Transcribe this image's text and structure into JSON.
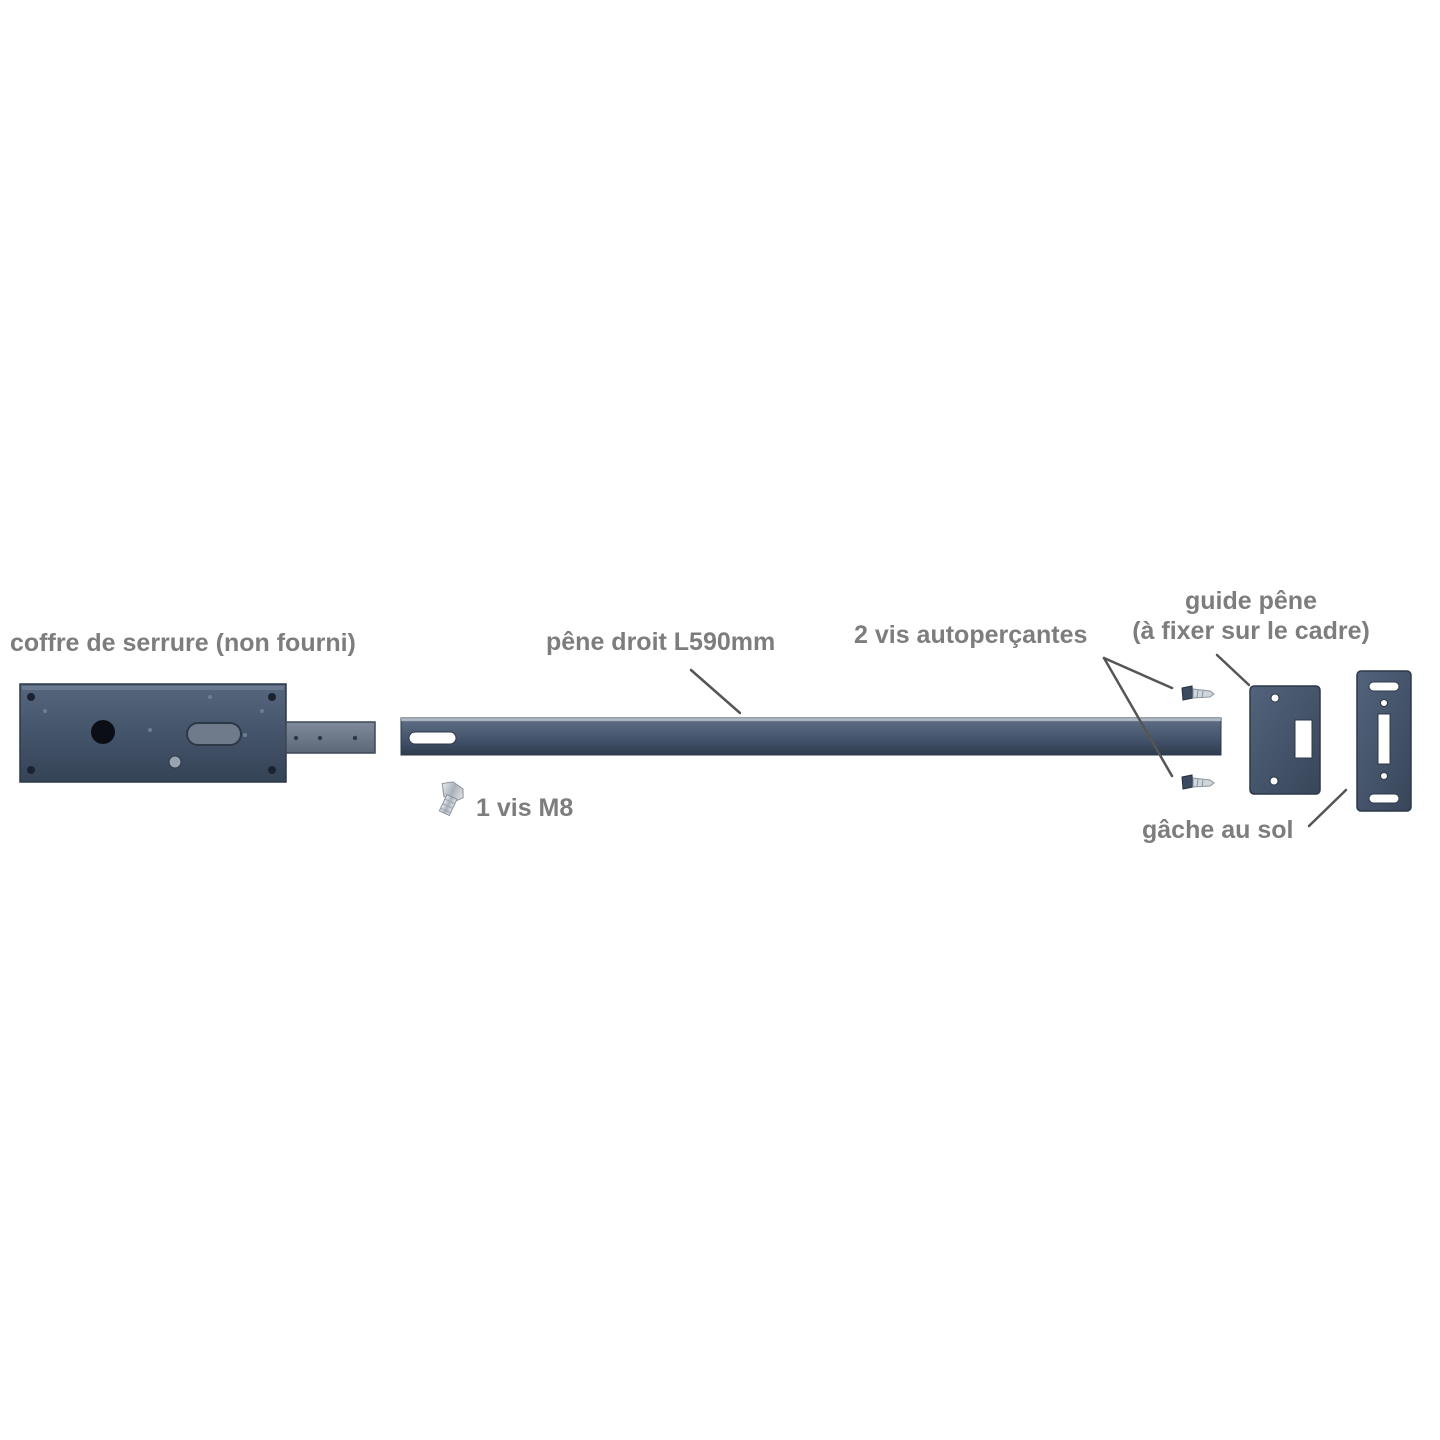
{
  "labels": {
    "lock_box": "coffre de serrure (non fourni)",
    "straight_bolt": "pêne droit L590mm",
    "self_drilling_screws": "2 vis autoperçantes",
    "bolt_guide_line1": "guide pêne",
    "bolt_guide_line2": "(à fixer sur le cadre)",
    "m8_screw": "1 vis M8",
    "floor_strike": "gâche au sol"
  },
  "colors": {
    "label_text": "#7d7d7d",
    "steel_dark": "#3b4a5e",
    "steel_mid": "#4c5d74",
    "steel_light": "#8593a6",
    "leader_line": "#555555",
    "background": "#ffffff"
  }
}
